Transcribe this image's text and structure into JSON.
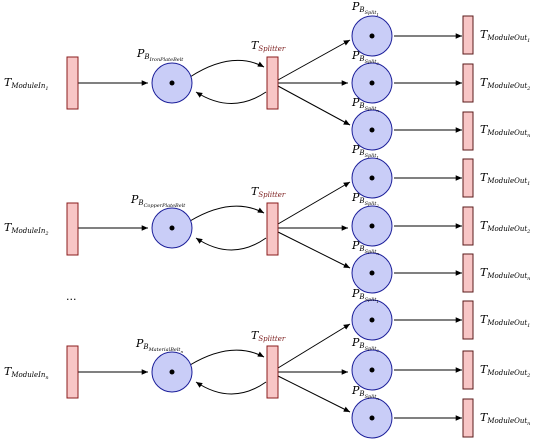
{
  "modules": [
    {
      "in_main": "T",
      "in_sub": "ModuleIn",
      "in_idx": "1",
      "belt_main": "P",
      "belt_sub": "B",
      "belt_idx": "IronPlateBelt",
      "splitter_main": "T",
      "splitter_sub": "Splitter",
      "splits": [
        {
          "p_sub": "B",
          "p_idx": "Split",
          "p_n": "1",
          "t_sub": "ModuleOut",
          "t_n": "1"
        },
        {
          "p_sub": "B",
          "p_idx": "Split",
          "p_n": "2",
          "t_sub": "ModuleOut",
          "t_n": "2"
        },
        {
          "p_sub": "B",
          "p_idx": "Split",
          "p_n": "n",
          "t_sub": "ModuleOut",
          "t_n": "n"
        }
      ]
    },
    {
      "in_main": "T",
      "in_sub": "ModuleIn",
      "in_idx": "2",
      "belt_main": "P",
      "belt_sub": "B",
      "belt_idx": "CopperPlateBelt",
      "splitter_main": "T",
      "splitter_sub": "Splitter",
      "splits": [
        {
          "p_sub": "B",
          "p_idx": "Split",
          "p_n": "1",
          "t_sub": "ModuleOut",
          "t_n": "1"
        },
        {
          "p_sub": "B",
          "p_idx": "Split",
          "p_n": "2",
          "t_sub": "ModuleOut",
          "t_n": "2"
        },
        {
          "p_sub": "B",
          "p_idx": "Split",
          "p_n": "n",
          "t_sub": "ModuleOut",
          "t_n": "n"
        }
      ]
    },
    {
      "in_main": "T",
      "in_sub": "ModuleIn",
      "in_idx": "n",
      "belt_main": "P",
      "belt_sub": "B",
      "belt_idx": "MaterialBelt",
      "belt_idx2": "n",
      "splitter_main": "T",
      "splitter_sub": "Splitter",
      "splits": [
        {
          "p_sub": "B",
          "p_idx": "Split",
          "p_n": "1",
          "t_sub": "ModuleOut",
          "t_n": "1"
        },
        {
          "p_sub": "B",
          "p_idx": "Split",
          "p_n": "2",
          "t_sub": "ModuleOut",
          "t_n": "2"
        },
        {
          "p_sub": "B",
          "p_idx": "Split",
          "p_n": "n",
          "t_sub": "ModuleOut",
          "t_n": "n"
        }
      ]
    }
  ],
  "ellipsis": "..."
}
